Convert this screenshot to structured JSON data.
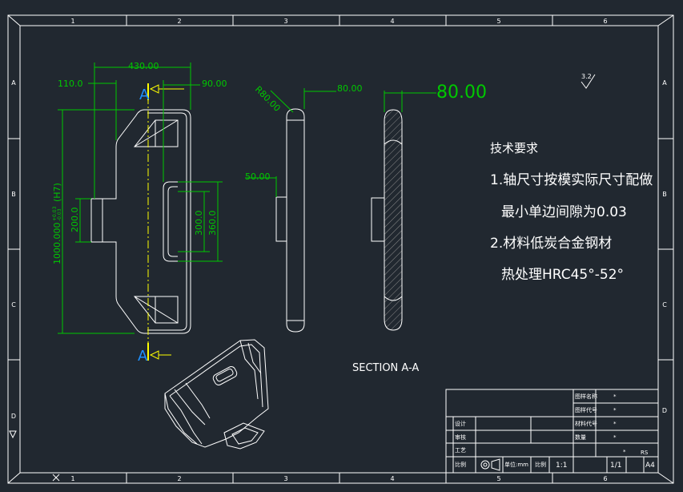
{
  "colors": {
    "background": "#212830",
    "line": "#ffffff",
    "dim": "#00c800",
    "yellow": "#ffff00",
    "cut": "#1e90ff",
    "hatch": "#8a8a8a"
  },
  "frame": {
    "top_numbers": [
      "1",
      "2",
      "3",
      "4",
      "5",
      "6"
    ],
    "bottom_numbers": [
      "1",
      "2",
      "3",
      "4",
      "5",
      "6"
    ],
    "left_letters": [
      "A",
      "B",
      "C",
      "D"
    ],
    "right_letters": [
      "A",
      "B",
      "C",
      "D"
    ]
  },
  "dimensions": {
    "d430": "430.00",
    "d110": "110.0",
    "d90": "90.00",
    "d1000": "1000.000",
    "tol_upper": "+0.03",
    "tol_lower": "-0.03",
    "h7": "(H7)",
    "d200": "200.0",
    "d300": "300.0",
    "d360": "360.0",
    "r80": "R80.00",
    "d80_side": "80.00",
    "d50": "50.00",
    "d80_section": "80.00"
  },
  "section_marks": {
    "top": "A",
    "bottom": "A"
  },
  "section_label": "SECTION A-A",
  "roughness": "3.2",
  "notes": {
    "heading": "技术要求",
    "line1": "1.轴尺寸按模实际尺寸配做",
    "line2": "最小单边间隙为0.03",
    "line3": "2.材料低炭合金钢材",
    "line4": "热处理HRC45°-52°"
  },
  "title_block": {
    "r1": "图样名称",
    "r2": "图样代号",
    "r3": "材料代号",
    "r4": "数量",
    "l1": "设计",
    "l2": "审核",
    "l3": "工艺",
    "l4": "比例",
    "scale_label": "单位:mm",
    "weight_label": "比例",
    "scale_value": "1:1",
    "sheet_value": "1/1",
    "paper": "A4",
    "star": "*",
    "r_tag": "RS"
  }
}
